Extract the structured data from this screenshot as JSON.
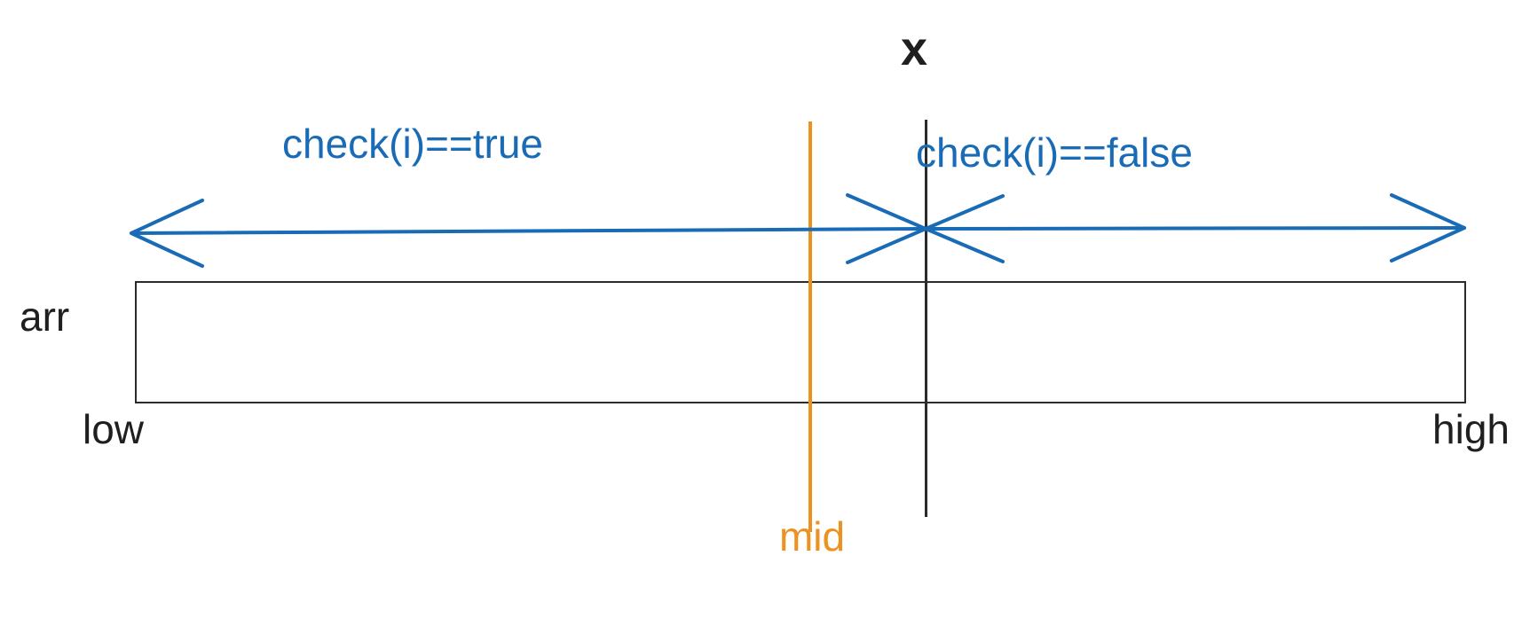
{
  "diagram": {
    "title_label": "x",
    "array_label": "arr",
    "left_bound_label": "low",
    "right_bound_label": "high",
    "mid_label": "mid",
    "left_region_label": "check(i)==true",
    "right_region_label": "check(i)==false",
    "colors": {
      "accent_blue": "#1a6bb5",
      "accent_orange": "#ED9121",
      "outline_black": "#2b2b2b",
      "background": "#ffffff"
    }
  }
}
